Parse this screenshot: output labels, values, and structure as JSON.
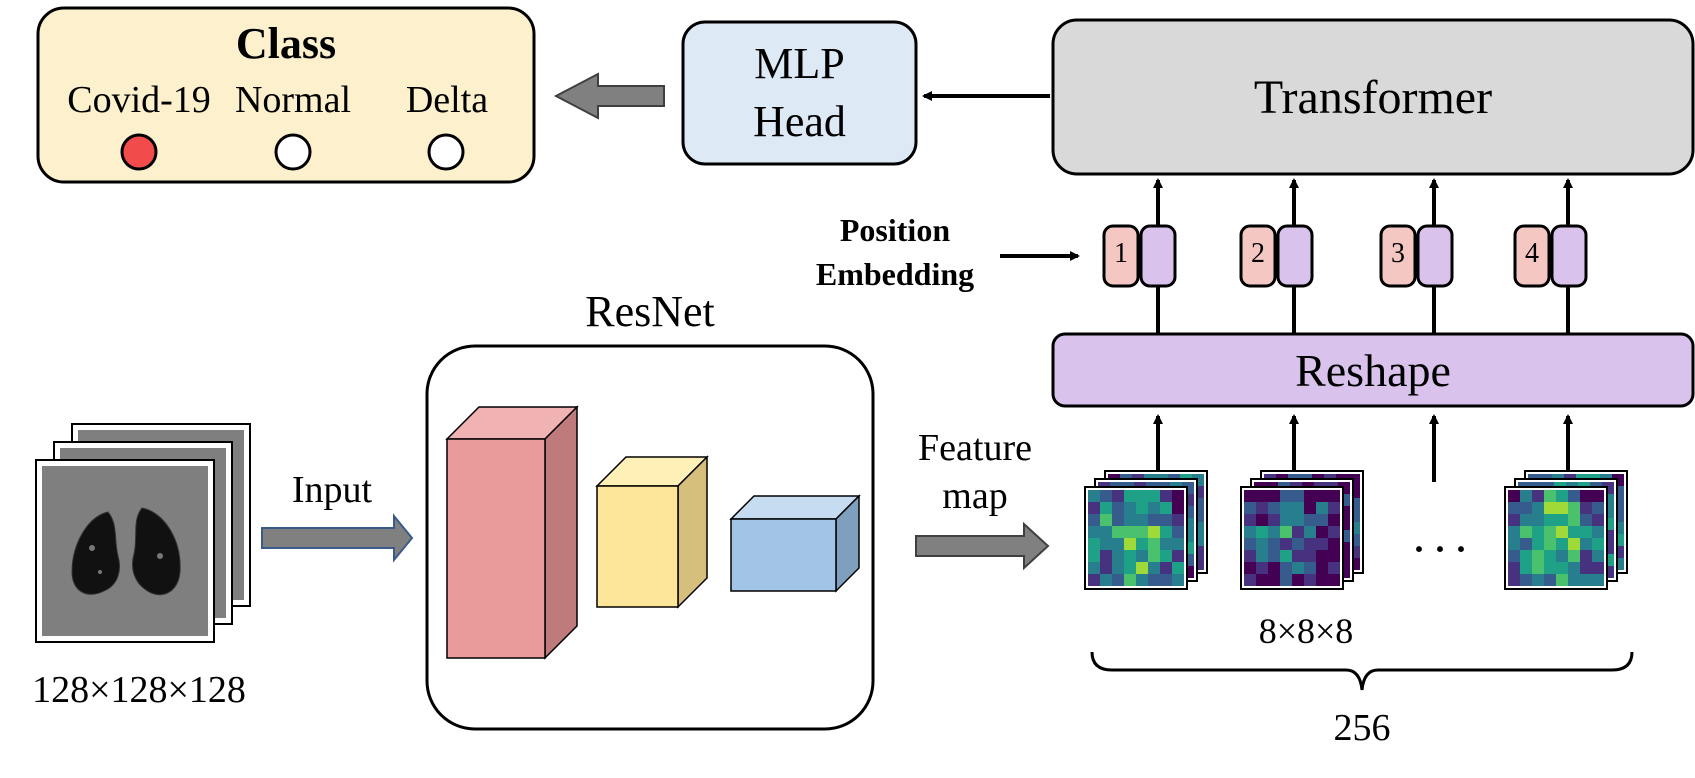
{
  "class_box": {
    "title": "Class",
    "options": [
      "Covid-19",
      "Normal",
      "Delta"
    ],
    "selected_index": 0,
    "fill_color": "#fdf0cc",
    "selected_color": "#f24b4b"
  },
  "mlp_head": {
    "line1": "MLP",
    "line2": "Head",
    "fill_color": "#dde9f5"
  },
  "transformer": {
    "label": "Transformer",
    "fill_color": "#d9d9d9"
  },
  "position_embedding": {
    "line1": "Position",
    "line2": "Embedding",
    "numbers": [
      "1",
      "2",
      "3",
      "4"
    ],
    "number_color": "#f4c7c3",
    "token_color": "#d9c2ec"
  },
  "reshape": {
    "label": "Reshape",
    "fill_color": "#d9c2ec"
  },
  "resnet": {
    "title": "ResNet"
  },
  "input": {
    "label": "Input",
    "size": "128×128×128"
  },
  "feature_map": {
    "line1": "Feature",
    "line2": "map",
    "patch_size": "8×8×8",
    "ellipsis": "· · ·",
    "count": "256"
  }
}
